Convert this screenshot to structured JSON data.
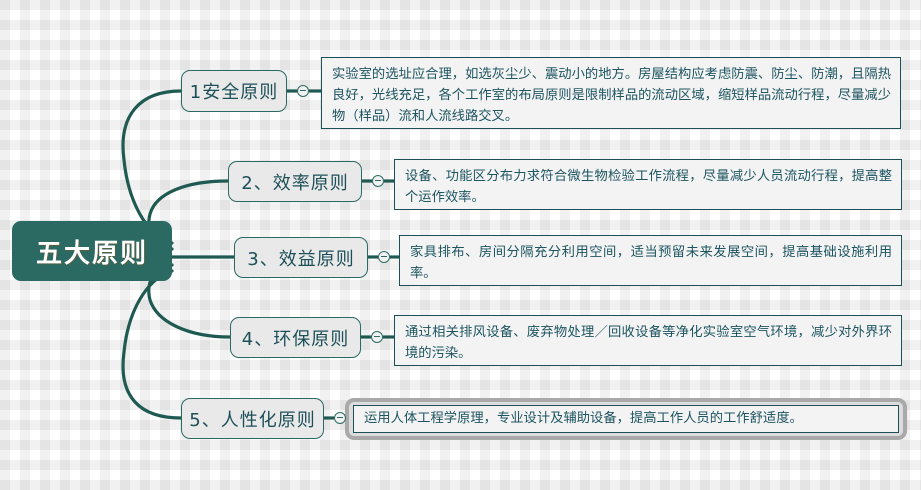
{
  "document": {
    "title": "五大原则",
    "type": "mind-map"
  },
  "colors": {
    "root_fill": "#2a6a63",
    "root_text": "#ffffff",
    "branch_fill": "#e9e9e9",
    "branch_border": "#2a6a63",
    "branch_text": "#1d4f58",
    "detail_fill": "#f3f3f3",
    "detail_border": "#1d4f58",
    "detail_text": "#1d5560",
    "connector": "#1f5a52",
    "selection": "#a9a9a9"
  },
  "root": {
    "label": "五大原则"
  },
  "branches": [
    {
      "id": "branch-1",
      "label": "1安全原则",
      "toggle_icon": "collapse-circle-icon",
      "detail": "实验室的选址应合理，如选灰尘少、震动小的地方。房屋结构应考虑防震、防尘、防潮，且隔热良好，光线充足，各个工作室的布局原则是限制样品的流动区域，缩短样品流动行程，尽量减少物（样品）流和人流线路交叉。",
      "selected": false
    },
    {
      "id": "branch-2",
      "label": "2、效率原则",
      "toggle_icon": "collapse-circle-icon",
      "detail": "设备、功能区分布力求符合微生物检验工作流程，尽量减少人员流动行程，提高整个运作效率。",
      "selected": false
    },
    {
      "id": "branch-3",
      "label": "3、效益原则",
      "toggle_icon": "collapse-circle-icon",
      "detail": "家具排布、房间分隔充分利用空间，适当预留未来发展空间，提高基础设施利用率。",
      "selected": false
    },
    {
      "id": "branch-4",
      "label": "4、环保原则",
      "toggle_icon": "collapse-circle-icon",
      "detail": "通过相关排风设备、废弃物处理／回收设备等净化实验室空气环境，减少对外界环境的污染。",
      "selected": false
    },
    {
      "id": "branch-5",
      "label": "5、人性化原则",
      "toggle_icon": "collapse-circle-icon",
      "detail": "运用人体工程学原理，专业设计及辅助设备，提高工作人员的工作舒适度。",
      "selected": true
    }
  ]
}
